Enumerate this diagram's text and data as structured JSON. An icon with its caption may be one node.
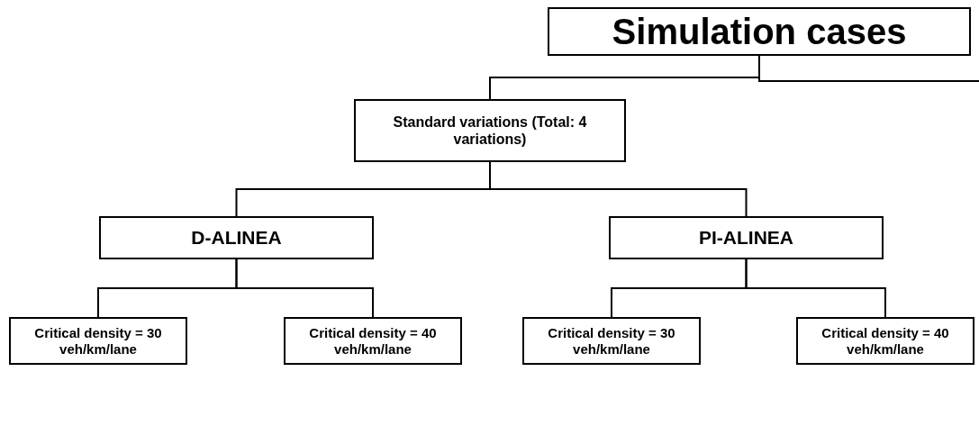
{
  "diagram": {
    "nodes": [
      {
        "text": [
          "Simulation cases"
        ]
      },
      {
        "text": [
          "Standard variations (Total: 4 variations)"
        ]
      },
      {
        "text": [
          "D-ALINEA"
        ]
      },
      {
        "text": [
          "PI-ALINEA"
        ]
      },
      {
        "text": [
          "Critical density = 30 veh/km/lane"
        ]
      },
      {
        "text": [
          "Critical density = 40 veh/km/lane"
        ]
      },
      {
        "text": [
          "Critical density = 30 veh/km/lane"
        ]
      },
      {
        "text": [
          "Critical density = 40 veh/km/lane"
        ]
      }
    ],
    "edges": [
      {
        "from": 0,
        "to": 1,
        "arrow": "none"
      },
      {
        "from": 0,
        "to": null,
        "arrow": "none"
      },
      {
        "from": 1,
        "to": 2,
        "arrow": "none"
      },
      {
        "from": 1,
        "to": 3,
        "arrow": "none"
      },
      {
        "from": 2,
        "to": 4,
        "arrow": "none"
      },
      {
        "from": 2,
        "to": 5,
        "arrow": "none"
      },
      {
        "from": 3,
        "to": 6,
        "arrow": "none"
      },
      {
        "from": 3,
        "to": 7,
        "arrow": "none"
      }
    ]
  }
}
